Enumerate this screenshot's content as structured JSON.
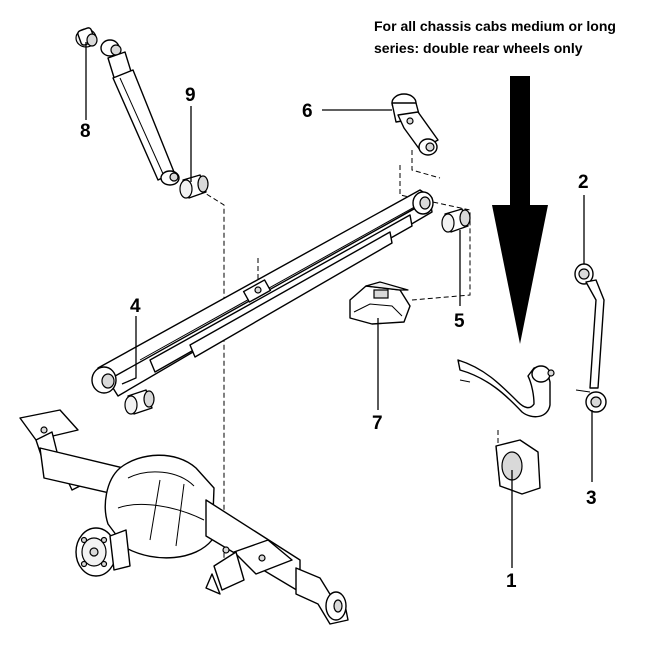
{
  "note": {
    "line1": "For all chassis cabs medium or long",
    "line2": "series: double rear wheels only"
  },
  "callouts": [
    {
      "id": "callout-1",
      "number": "1"
    },
    {
      "id": "callout-2",
      "number": "2"
    },
    {
      "id": "callout-3",
      "number": "3"
    },
    {
      "id": "callout-4",
      "number": "4"
    },
    {
      "id": "callout-5",
      "number": "5"
    },
    {
      "id": "callout-6",
      "number": "6"
    },
    {
      "id": "callout-7",
      "number": "7"
    },
    {
      "id": "callout-8",
      "number": "8"
    },
    {
      "id": "callout-9",
      "number": "9"
    }
  ],
  "colors": {
    "ink": "#000000",
    "background": "#ffffff",
    "shade": "#d9d9d9"
  }
}
